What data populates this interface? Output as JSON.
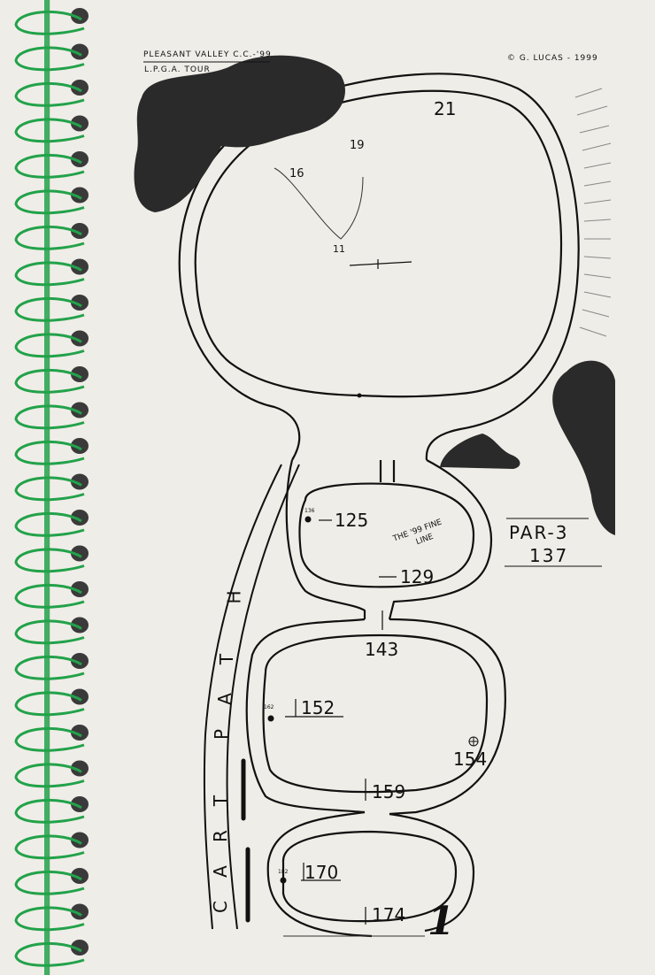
{
  "header": {
    "course_title": "PLEASANT VALLEY C.C.-'99",
    "tour_label": "L.P.G.A. TOUR",
    "copyright": "© G. LUCAS - 1999"
  },
  "hole": {
    "number": "1",
    "par_label": "PAR-3",
    "yardage": "137",
    "fine_line_label_1": "THE '99 FINE",
    "fine_line_label_2": "LINE"
  },
  "distances": {
    "d21": "21",
    "d19": "19",
    "d16": "16",
    "d11": "11",
    "d125": "125",
    "d136": "136",
    "d129": "129",
    "d143": "143",
    "d152": "152",
    "d162": "162",
    "d154": "154",
    "d159": "159",
    "d170": "170",
    "d182": "182",
    "d174": "174"
  },
  "cart_path": {
    "letters": [
      "C",
      "A",
      "R",
      "T",
      "P",
      "A",
      "T",
      "H"
    ]
  },
  "colors": {
    "paper": "#efede7",
    "ink": "#111111",
    "spiral": "#22a24a",
    "binding": "#3a3a3a"
  }
}
